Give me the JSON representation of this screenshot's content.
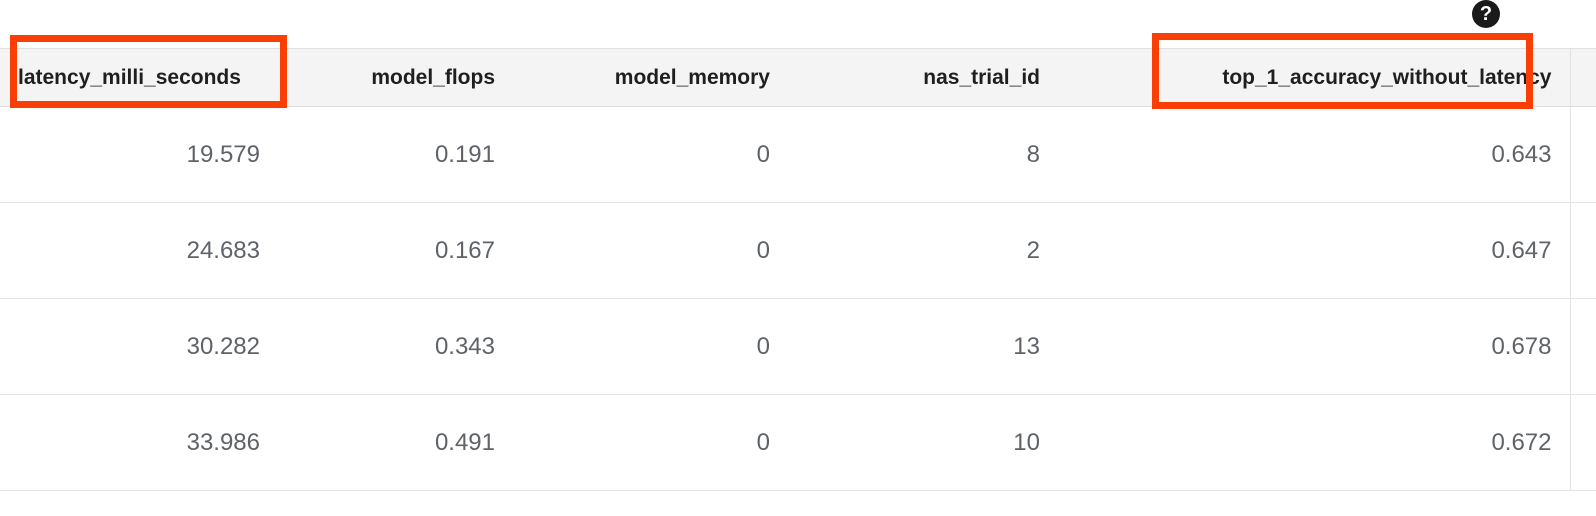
{
  "toolbar": {
    "help_icon": "help-circle-icon",
    "help_label": "?"
  },
  "colors": {
    "annotation": "#f93e06",
    "header_bg": "#f4f4f4",
    "cell_text": "#5f6368",
    "header_text": "#1f1f1f",
    "row_divider": "#e4e4e4"
  },
  "table": {
    "columns": [
      {
        "key": "latency_milli_seconds",
        "label": "latency_milli_seconds",
        "align": "left",
        "highlighted": true
      },
      {
        "key": "model_flops",
        "label": "model_flops",
        "align": "right",
        "highlighted": false
      },
      {
        "key": "model_memory",
        "label": "model_memory",
        "align": "right",
        "highlighted": false
      },
      {
        "key": "nas_trial_id",
        "label": "nas_trial_id",
        "align": "right",
        "highlighted": false
      },
      {
        "key": "top_1_accuracy_without_latency",
        "label": "top_1_accuracy_without_latency",
        "align": "right",
        "highlighted": true
      },
      {
        "key": "overflow",
        "label": "",
        "align": "right",
        "highlighted": false
      }
    ],
    "rows": [
      {
        "latency_milli_seconds": "19.579",
        "model_flops": "0.191",
        "model_memory": "0",
        "nas_trial_id": "8",
        "top_1_accuracy_without_latency": "0.643",
        "overflow": ""
      },
      {
        "latency_milli_seconds": "24.683",
        "model_flops": "0.167",
        "model_memory": "0",
        "nas_trial_id": "2",
        "top_1_accuracy_without_latency": "0.647",
        "overflow": ""
      },
      {
        "latency_milli_seconds": "30.282",
        "model_flops": "0.343",
        "model_memory": "0",
        "nas_trial_id": "13",
        "top_1_accuracy_without_latency": "0.678",
        "overflow": ""
      },
      {
        "latency_milli_seconds": "33.986",
        "model_flops": "0.491",
        "model_memory": "0",
        "nas_trial_id": "10",
        "top_1_accuracy_without_latency": "0.672",
        "overflow": ""
      }
    ]
  },
  "annotations": [
    {
      "name": "annotation-box-latency",
      "target": "latency_milli_seconds"
    },
    {
      "name": "annotation-box-top1",
      "target": "top_1_accuracy_without_latency"
    }
  ]
}
